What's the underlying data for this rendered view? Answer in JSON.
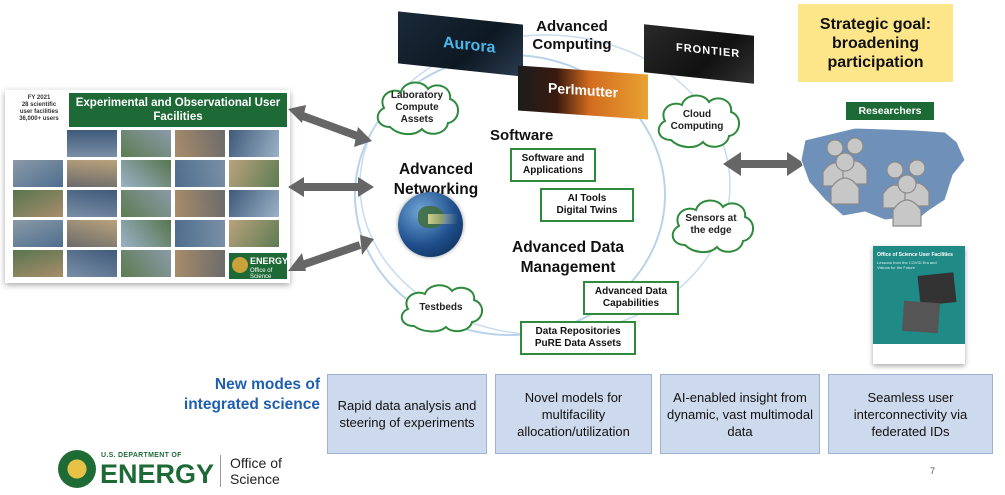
{
  "facilities": {
    "stats": "FY 2021\n28 scientific\nuser facilities\n36,000+ users",
    "title": "Experimental and Observational User Facilities",
    "logo_text": "ENERGY",
    "logo_sub": "Office of Science"
  },
  "clouds": {
    "lab_compute": "Laboratory Compute Assets",
    "cloud_computing": "Cloud Computing",
    "sensors": "Sensors at the edge",
    "testbeds": "Testbeds"
  },
  "headings": {
    "advanced_computing": "Advanced Computing",
    "software": "Software",
    "advanced_networking": "Advanced Networking",
    "advanced_data_management": "Advanced Data Management"
  },
  "supercomputers": {
    "aurora": "Aurora",
    "frontier": "FRONTIER",
    "perlmutter": "Perlmutter"
  },
  "boxes": {
    "software_apps": "Software and Applications",
    "ai_tools": "AI Tools Digital Twins",
    "adv_data_cap": "Advanced Data Capabilities",
    "data_repos": "Data Repositories PuRE Data Assets"
  },
  "goal": "Strategic goal: broadening participation",
  "researchers": "Researchers",
  "report": {
    "title": "Office of Science User Facilities",
    "subtitle": "Lessons from the COVID Era and Visions for the Future"
  },
  "new_modes": "New modes of integrated science",
  "modes": [
    "Rapid data analysis and steering of experiments",
    "Novel models for multifacility allocation/utilization",
    "AI-enabled insight from dynamic, vast multimodal data",
    "Seamless user interconnectivity via federated IDs"
  ],
  "footer": {
    "dept": "U.S. DEPARTMENT OF",
    "energy": "ENERGY",
    "office": "Office of Science"
  },
  "page_number": "7",
  "colors": {
    "green": "#1e6a36",
    "box_border": "#2e8b3d",
    "blue_box": "#cdd9ec",
    "goal_yellow": "#fde58a",
    "new_modes_blue": "#1f5fb0"
  }
}
